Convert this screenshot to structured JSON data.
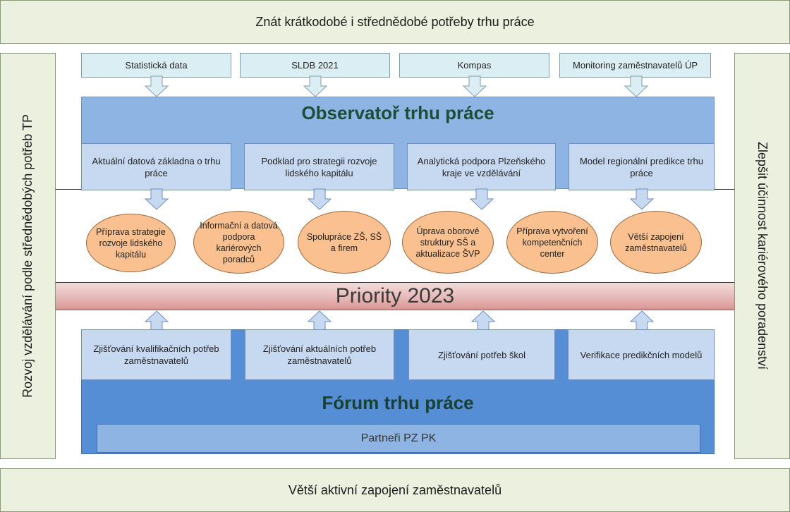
{
  "top_banner": "Znát krátkodobé i střednědobé potřeby trhu práce",
  "bottom_banner": "Větší aktivní zapojení zaměstnavatelů",
  "left_banner": "Rozvoj vzdělávání podle střednědobých potřeb TP",
  "right_banner": "Zlepšit účinnost kariérového poradenství",
  "sources": [
    "Statistická data",
    "SLDB 2021",
    "Kompas",
    "Monitoring zaměstnavatelů ÚP"
  ],
  "observatory": {
    "title": "Observatoř trhu práce",
    "outputs": [
      "Aktuální datová základna o trhu práce",
      "Podklad pro strategii rozvoje lidského kapitálu",
      "Analytická podpora Plzeňského kraje ve vzdělávání",
      "Model regionální predikce trhu práce"
    ]
  },
  "ovals": [
    "Příprava strategie rozvoje lidského kapitálu",
    "Informační a datová podpora kariérových poradců",
    "Spolupráce ZŠ, SŠ a firem",
    "Úprava oborové struktury SŠ a aktualizace ŠVP",
    "Příprava vytvoření kompetenčních center",
    "Větší zapojení zaměstnavatelů"
  ],
  "priority_label": "Priority 2023",
  "forum": {
    "title": "Fórum trhu práce",
    "inputs": [
      "Zjišťování kvalifikačních potřeb zaměstnavatelů",
      "Zjišťování aktuálních potřeb zaměstnavatelů",
      "Zjišťování potřeb škol",
      "Verifikace predikčních modelů"
    ],
    "partners": "Partneři PZ PK"
  },
  "colors": {
    "green_fill": "#ebf1de",
    "observatory_fill": "#8eb4e3",
    "forum_fill": "#558ed5",
    "light_blue_fill": "#c6d9f1",
    "source_fill": "#dbeef4",
    "oval_fill": "#fac090",
    "priority_fill": "#e6b9b8"
  }
}
